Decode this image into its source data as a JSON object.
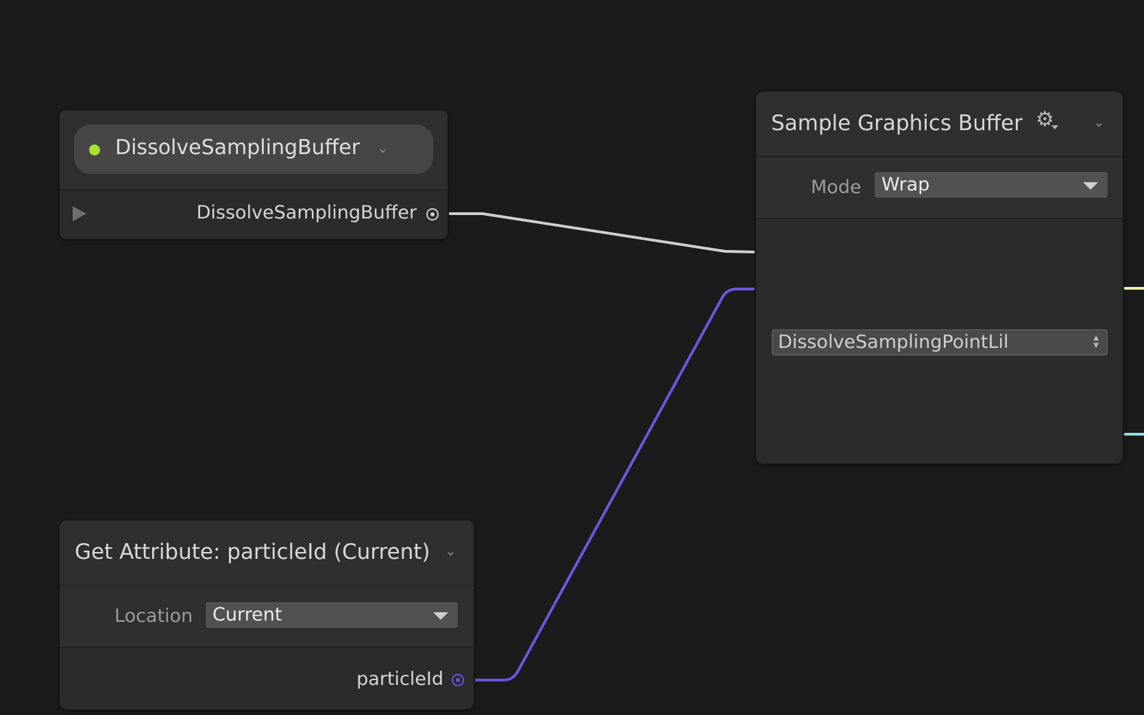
{
  "property_node": {
    "pill_label": "DissolveSamplingBuffer",
    "output_label": "DissolveSamplingBuffer",
    "status_color": "#a6e22e"
  },
  "get_attribute_node": {
    "title": "Get Attribute: particleId (Current)",
    "location_label": "Location",
    "location_value": "Current",
    "output_label": "particleId"
  },
  "sample_buffer_node": {
    "title": "Sample Graphics Buffer",
    "mode_label": "Mode",
    "mode_value": "Wrap",
    "struct_value": "DissolveSamplingPointLil"
  },
  "icons": {
    "settings": "gear-icon",
    "collapse": "chevron-down-icon",
    "expand": "triangle-right-icon",
    "dropdown": "caret-down-icon",
    "stepper": "up-down-arrows-icon"
  },
  "colors": {
    "buffer_wire": "#d0d0d0",
    "uint_wire": "#6e55e0",
    "float3_wire": "#f3f0a0",
    "float_wire": "#8ee0ea"
  }
}
